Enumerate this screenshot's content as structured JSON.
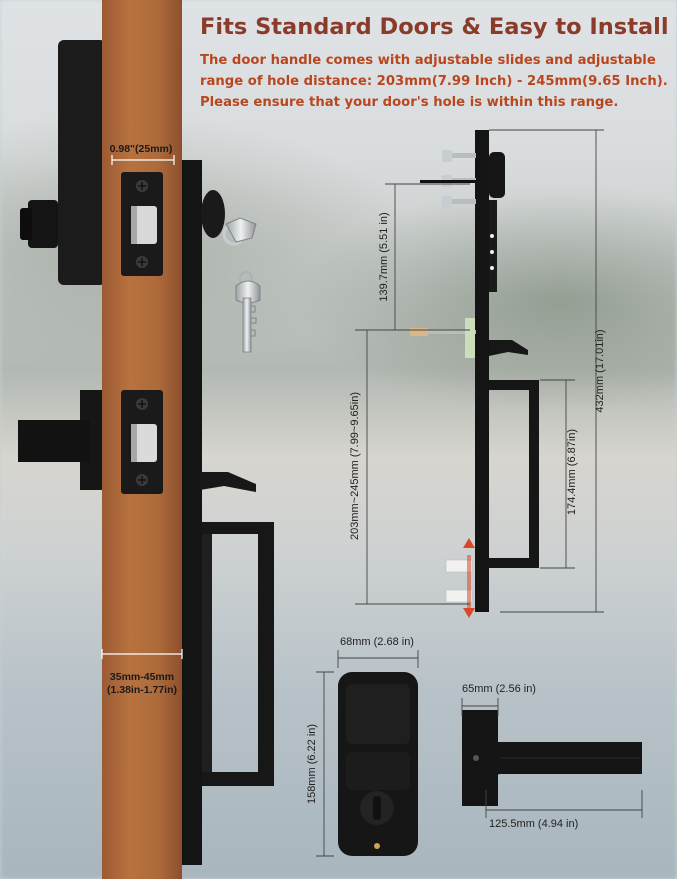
{
  "header": {
    "title": "Fits Standard Doors & Easy to Install",
    "description": "The door handle comes with adjustable slides and adjustable range of hole distance: 203mm(7.99 Inch) - 245mm(9.65 Inch). Please ensure that your door's hole is within this range."
  },
  "door_labels": {
    "backset": "0.98\"(25mm)",
    "thickness_line1": "35mm-45mm",
    "thickness_line2": "(1.38in-1.77in)"
  },
  "side_view": {
    "keypad_to_handle": "139.7mm (5.51 in)",
    "total_height": "432mm (17.01in)",
    "hole_distance": "203mm~245mm (7.99~9.65in)",
    "handle_height": "174.4mm (6.87in)"
  },
  "keypad_view": {
    "width": "68mm (2.68 in)",
    "height": "158mm (6.22 in)"
  },
  "lever_view": {
    "width": "65mm (2.56 in)",
    "length": "125.5mm (4.94 in)"
  },
  "colors": {
    "title": "#8a3b2a",
    "description": "#b8471f",
    "door_wood": "#b0683e",
    "hardware": "#151515",
    "arrow": "#d9472b"
  }
}
